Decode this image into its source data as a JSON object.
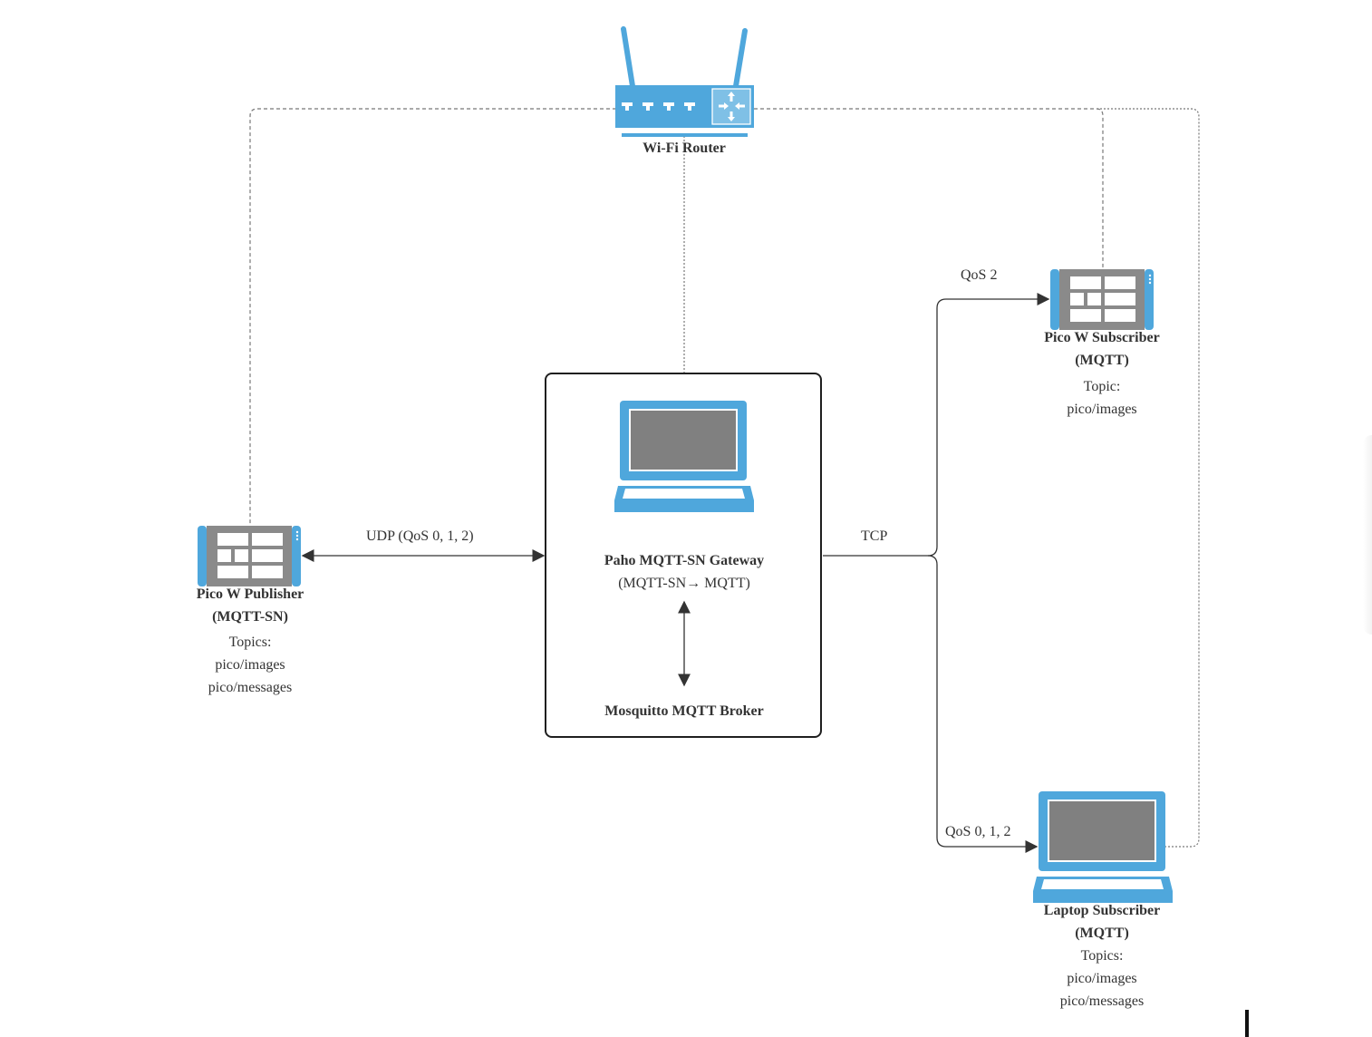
{
  "diagram": {
    "title": "MQTT-SN network architecture",
    "colors": {
      "device_blue": "#4fa7dc",
      "device_screen_gray": "#808080",
      "line": "#333333",
      "dashed_link": "#777777"
    },
    "nodes": {
      "router": {
        "label": "Wi-Fi Router",
        "icon": "wifi-router-icon"
      },
      "publisher": {
        "label_line1": "Pico W Publisher",
        "label_line2": "(MQTT-SN)",
        "topics_title": "Topics:",
        "topics": [
          "pico/images",
          "pico/messages"
        ],
        "icon": "tablet-icon"
      },
      "gateway": {
        "label": "Paho MQTT-SN Gateway",
        "sublabel": "(MQTT-SN→ MQTT)",
        "broker_label": "Mosquitto MQTT Broker",
        "icon": "laptop-icon"
      },
      "pico_subscriber": {
        "label_line1": "Pico W Subscriber",
        "label_line2": "(MQTT)",
        "topics_title": "Topic:",
        "topics": [
          "pico/images"
        ],
        "icon": "tablet-icon"
      },
      "laptop_subscriber": {
        "label_line1": "Laptop Subscriber",
        "label_line2": "(MQTT)",
        "topics_title": "Topics:",
        "topics": [
          "pico/images",
          "pico/messages"
        ],
        "icon": "laptop-icon"
      }
    },
    "edges": {
      "udp": {
        "label": "UDP (QoS 0, 1, 2)",
        "direction": "bidirectional"
      },
      "tcp": {
        "label": "TCP"
      },
      "qos_pico": {
        "label": "QoS 2"
      },
      "qos_laptop": {
        "label": "QoS 0, 1, 2"
      },
      "gateway_broker": {
        "direction": "bidirectional"
      },
      "wifi_links": {
        "style": "dashed",
        "targets": [
          "publisher",
          "gateway",
          "pico_subscriber",
          "laptop_subscriber"
        ]
      }
    }
  }
}
